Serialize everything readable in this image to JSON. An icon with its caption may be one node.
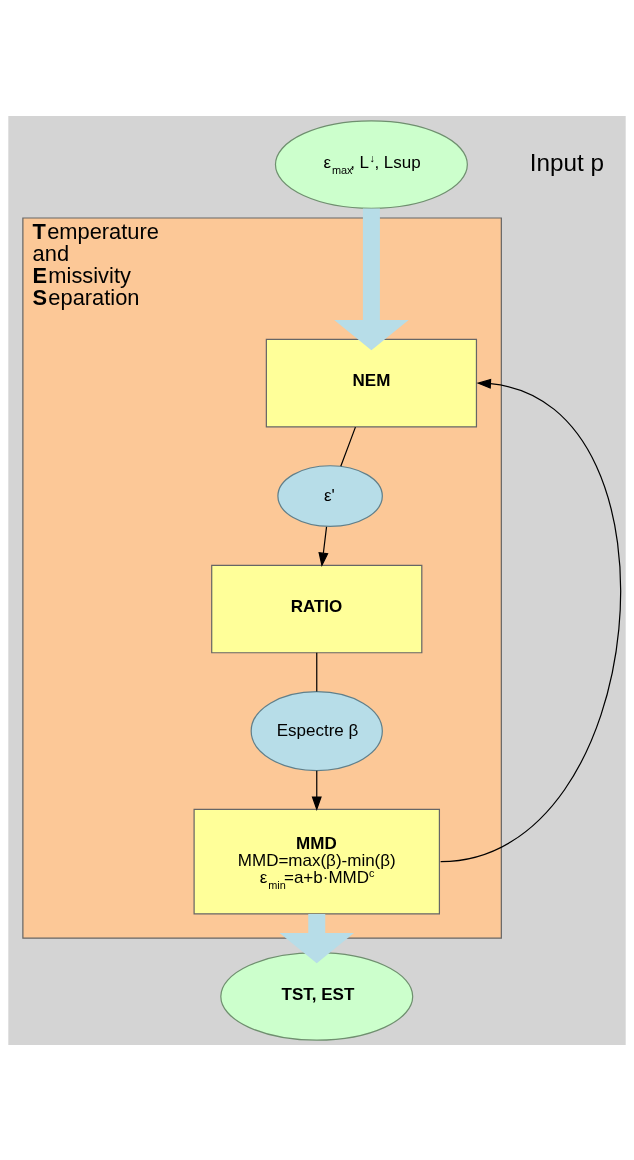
{
  "diagram": {
    "nodes": [
      {
        "text": [
          "ε$_{max}$, L$^{↓}$, Lsup"
        ]
      },
      {
        "text": [
          "**T**emperature and **E**missivity **S**eparation"
        ]
      },
      {
        "text": [
          "NEM"
        ],
        "in": 1
      },
      {
        "text": [
          "ε'"
        ],
        "in": 1
      },
      {
        "text": [
          "RATIO"
        ],
        "in": 1
      },
      {
        "text": [
          "Espectre β"
        ],
        "in": 1
      },
      {
        "text": [
          "MMD",
          "MMD=max(β)-min(β)",
          "ε$_{min}$=a+b·MMD$^{c}$"
        ],
        "in": 1
      },
      {
        "text": [
          "TST, EST"
        ]
      }
    ],
    "edges": [
      {
        "from": 0,
        "to": 2,
        "arrow": "to",
        "style": "thick",
        "color": "#b7dde8"
      },
      {
        "from": 2,
        "to": 3,
        "arrow": "none"
      },
      {
        "from": 3,
        "to": 4,
        "arrow": "to"
      },
      {
        "from": 4,
        "to": 5,
        "arrow": "none"
      },
      {
        "from": 5,
        "to": 6,
        "arrow": "to"
      },
      {
        "from": 6,
        "to": 2,
        "arrow": "to"
      },
      {
        "from": 6,
        "to": 7,
        "arrow": "to",
        "style": "thick",
        "color": "#b7dde8"
      }
    ],
    "labels": [
      "Input p"
    ]
  }
}
